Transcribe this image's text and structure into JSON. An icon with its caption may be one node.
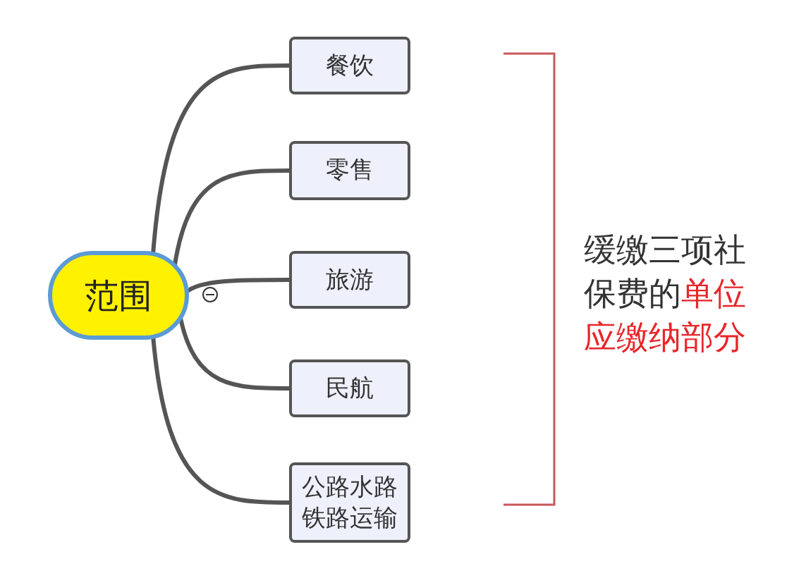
{
  "diagram": {
    "nodes": [
      {
        "text": [
          "范围"
        ]
      },
      {
        "text": [
          "餐饮"
        ]
      },
      {
        "text": [
          "零售"
        ]
      },
      {
        "text": [
          "旅游"
        ]
      },
      {
        "text": [
          "民航"
        ]
      },
      {
        "text": [
          "公路水路铁路运输"
        ]
      }
    ],
    "edges": [
      {
        "from": 0,
        "to": 1,
        "arrow": "none"
      },
      {
        "from": 0,
        "to": 2,
        "arrow": "none"
      },
      {
        "from": 0,
        "to": 3,
        "arrow": "none"
      },
      {
        "from": 0,
        "to": 4,
        "arrow": "none"
      },
      {
        "from": 0,
        "to": 5,
        "arrow": "none"
      }
    ],
    "labels": [
      "缓缴三项社保费的",
      "单位应缴纳部分"
    ]
  }
}
